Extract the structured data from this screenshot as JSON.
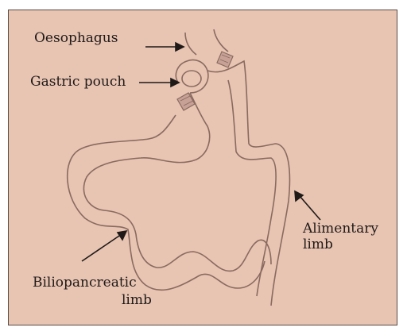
{
  "labels": {
    "oesophagus": "Oesophagus",
    "gastric_pouch": "Gastric pouch",
    "alimentary": "Alimentary",
    "alimentary_limb": "limb",
    "biliopancreatic": "Biliopancreatic",
    "biliopancreatic_limb": "limb"
  },
  "colors": {
    "background": "#e8c4b2",
    "organ_outline": "#8a6a60",
    "band": "#b09088",
    "arrow": "#1f1a18",
    "border": "#5a4a44"
  }
}
